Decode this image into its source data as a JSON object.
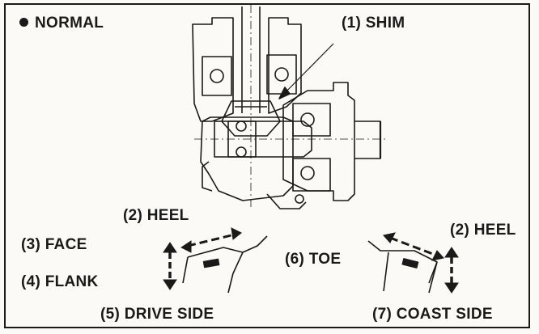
{
  "title": "NORMAL",
  "labels": {
    "shim": "(1) SHIM",
    "heel_left": "(2) HEEL",
    "heel_right": "(2) HEEL",
    "face": "(3) FACE",
    "flank": "(4) FLANK",
    "drive_side": "(5) DRIVE SIDE",
    "toe": "(6) TOE",
    "coast_side": "(7) COAST SIDE"
  },
  "icons": [
    "bullet-icon",
    "arrow-up-down-icon",
    "double-arrow-icon"
  ]
}
